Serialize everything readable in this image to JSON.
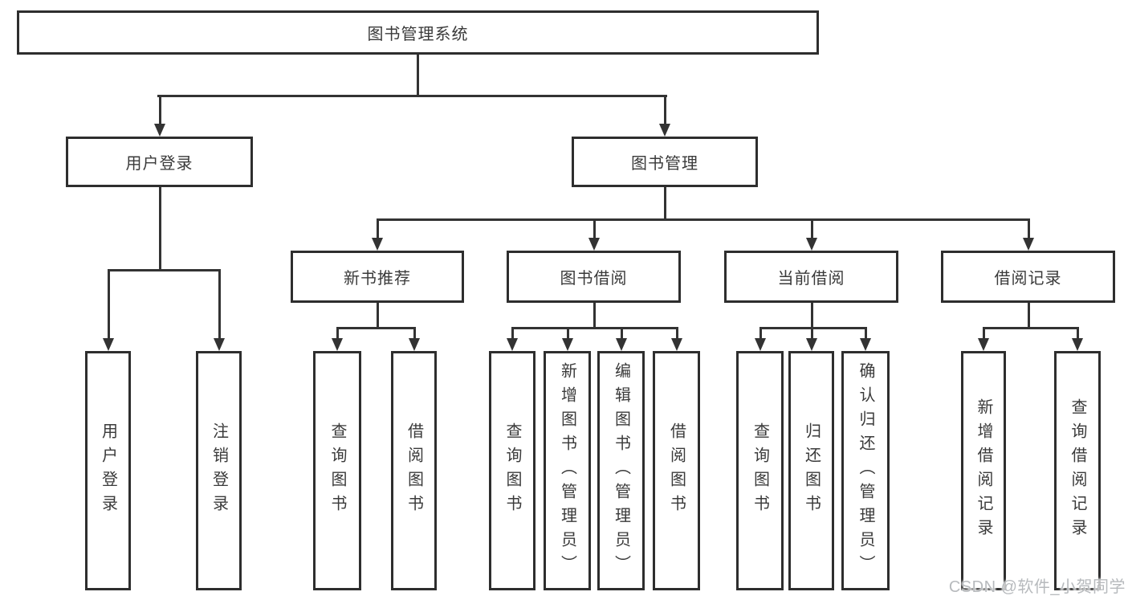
{
  "diagram_title": "图书管理系统",
  "tree": {
    "root": {
      "label": "图书管理系统"
    },
    "branches": [
      {
        "label": "用户登录",
        "children": [
          {
            "label": "用户登录"
          },
          {
            "label": "注销登录"
          }
        ]
      },
      {
        "label": "图书管理",
        "children": [
          {
            "label": "新书推荐",
            "children": [
              {
                "label": "查询图书"
              },
              {
                "label": "借阅图书"
              }
            ]
          },
          {
            "label": "图书借阅",
            "children": [
              {
                "label": "查询图书"
              },
              {
                "label": "新增图书（管理员）"
              },
              {
                "label": "编辑图书（管理员）"
              },
              {
                "label": "借阅图书"
              }
            ]
          },
          {
            "label": "当前借阅",
            "children": [
              {
                "label": "查询图书"
              },
              {
                "label": "归还图书"
              },
              {
                "label": "确认归还（管理员）"
              }
            ]
          },
          {
            "label": "借阅记录",
            "children": [
              {
                "label": "新增借阅记录"
              },
              {
                "label": "查询借阅记录"
              }
            ]
          }
        ]
      }
    ]
  },
  "watermark": {
    "text": "CSDN @软件_小贺同学"
  },
  "colors": {
    "line": "#333333",
    "box_border": "#2e2e2e",
    "text": "#3a3a3a",
    "watermark": "#b7babd",
    "background": "#ffffff"
  }
}
